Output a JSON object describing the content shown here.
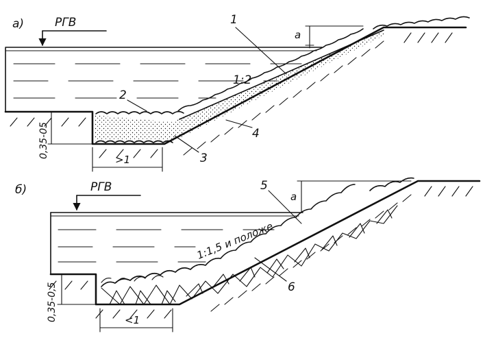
{
  "diagram_a": {
    "panel_label": "а)",
    "water_level_label": "РГВ",
    "freeboard_label": "a",
    "slope_label": "1:2",
    "toe_depth_label": "0,35-05",
    "toe_width_label": ">1",
    "callouts": [
      "1",
      "2",
      "3",
      "4"
    ]
  },
  "diagram_b": {
    "panel_label": "б)",
    "water_level_label": "РГВ",
    "freeboard_label": "a",
    "slope_label": "1:1,5 и положе",
    "toe_depth_label": "0,35-0,5",
    "toe_width_label": "<1",
    "callouts": [
      "5",
      "6"
    ]
  },
  "colors": {
    "ink": "#111111",
    "paper": "#ffffff"
  }
}
